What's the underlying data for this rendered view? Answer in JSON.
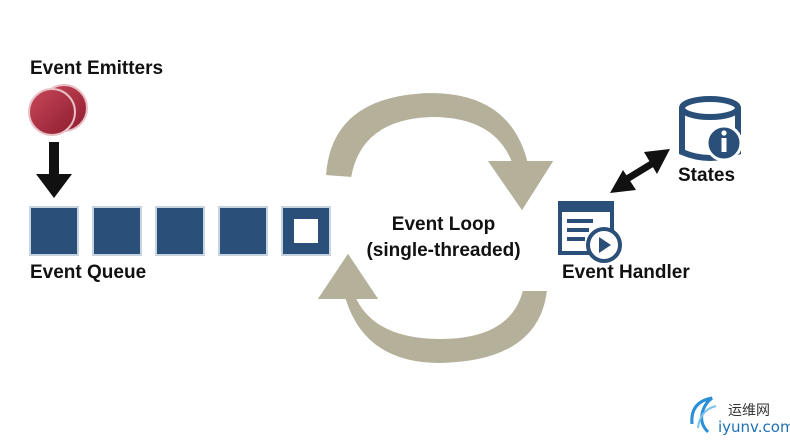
{
  "labels": {
    "event_emitters": "Event Emitters",
    "event_queue": "Event Queue",
    "event_loop_line1": "Event Loop",
    "event_loop_line2": "(single-threaded)",
    "event_handler": "Event Handler",
    "states": "States"
  },
  "watermark": {
    "cn": "运维网",
    "en": "iyunv.com"
  },
  "colors": {
    "queue_blue": "#2a4f78",
    "emitter_red": "#a3283a",
    "loop_arrow": "#b5b09a",
    "black": "#111111"
  },
  "icons": {
    "emitter": "emitter-circles-icon",
    "database": "database-info-icon",
    "handler": "document-play-icon"
  }
}
